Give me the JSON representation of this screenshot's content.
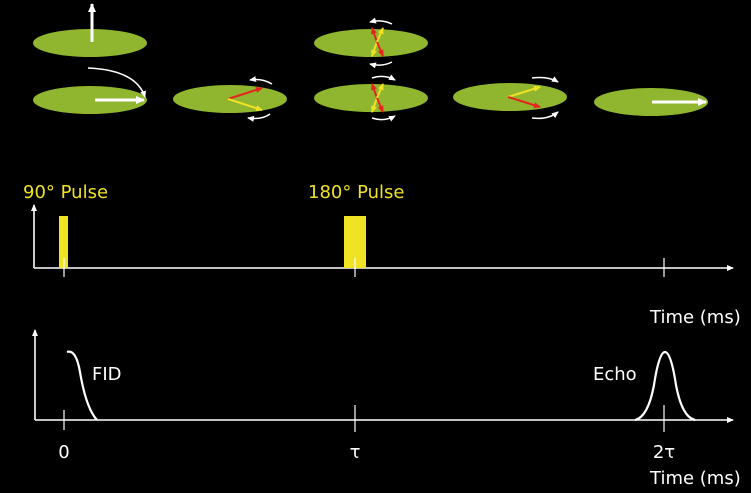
{
  "colors": {
    "background": "#000000",
    "disc": "#8fb62e",
    "pulse": "#f0e224",
    "spin_red": "#e6231f",
    "spin_yellow": "#f0e224",
    "line": "#ffffff"
  },
  "pulses": {
    "pulse90_label": "90° Pulse",
    "pulse180_label": "180° Pulse"
  },
  "timeline_top": {
    "time_label": "Time (ms)"
  },
  "timeline_bottom": {
    "fid_label": "FID",
    "echo_label": "Echo",
    "tick_0": "0",
    "tick_tau": "τ",
    "tick_2tau": "2τ",
    "time_label": "Time (ms)"
  }
}
